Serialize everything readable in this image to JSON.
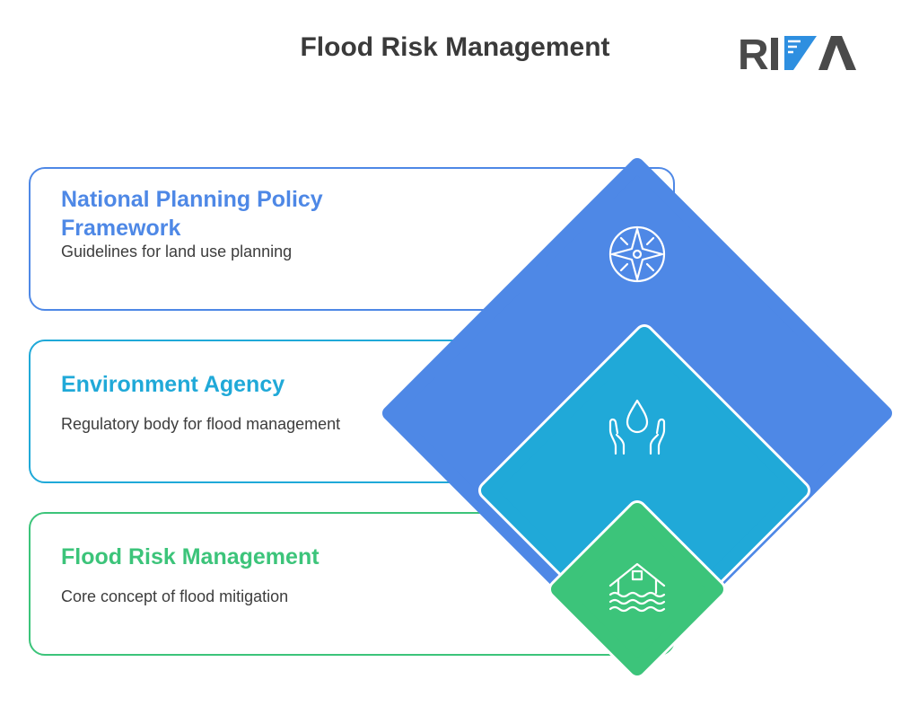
{
  "page": {
    "title": "Flood Risk Management"
  },
  "logo": {
    "text": "RIDA"
  },
  "items": [
    {
      "title": "National Planning Policy Framework",
      "description": "Guidelines for land use planning",
      "icon": "compass-icon",
      "color": "#4e88e6"
    },
    {
      "title": "Environment Agency",
      "description": "Regulatory body for flood management",
      "icon": "water-drop-hands-icon",
      "color": "#20a9d8"
    },
    {
      "title": "Flood Risk Management",
      "description": "Core concept of flood mitigation",
      "icon": "flooded-house-icon",
      "color": "#3cc47a"
    }
  ],
  "colors": {
    "title_text": "#3a3a3a",
    "logo_gray": "#4a4a4a",
    "logo_blue": "#2e8fe0"
  }
}
